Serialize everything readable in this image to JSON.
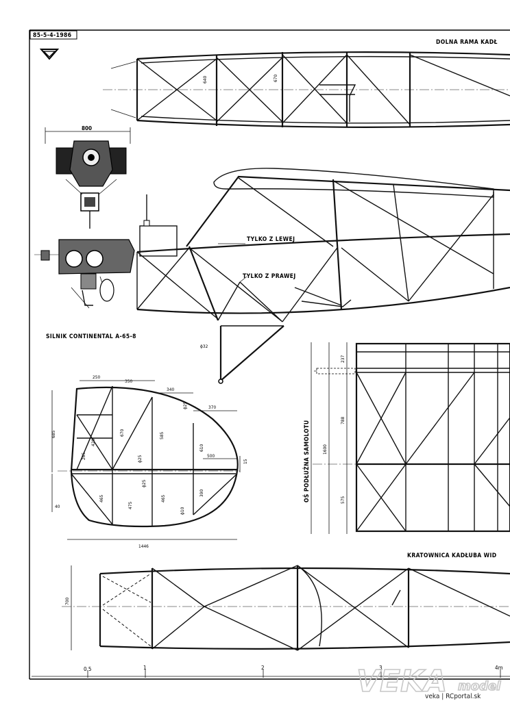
{
  "sheet": {
    "date_code": "85-5-4-1986",
    "scale_marks": [
      "0.5",
      "1",
      "2",
      "3",
      "4m"
    ]
  },
  "labels": {
    "bottom_frame": "DOLNA RAMA KADŁ",
    "left_only": "TYLKO Z LEWEJ",
    "right_only": "TYLKO Z PRAWEJ",
    "engine": "SILNIK CONTINENTAL A-65-8",
    "longitudinal_axis": "OŚ PODŁUŻNA SAMOLOTU",
    "fuselage_truss": "KRATOWNICA KADŁUBA WID"
  },
  "dimensions": {
    "engine_width": "800",
    "frame_640": "640",
    "frame_670": "670",
    "gear_32": "ϕ32",
    "tail_250": "250",
    "tail_350": "350",
    "tail_340": "340",
    "tail_370": "370",
    "tail_685": "685",
    "tail_670": "670",
    "tail_585": "585",
    "tail_610": "610",
    "tail_500": "500",
    "tail_420": "420",
    "tail_265": "265",
    "tail_15": "15",
    "tail_40": "40",
    "tail_465a": "465",
    "tail_475": "475",
    "tail_465b": "465",
    "tail_390": "390",
    "tail_1446": "1446",
    "tube_25a": "ϕ25",
    "tube_25b": "ϕ25",
    "tube_25c": "ϕ25",
    "tube_10": "ϕ10",
    "sec_237": "237",
    "sec_788": "788",
    "sec_1600": "1600",
    "sec_575": "575",
    "fus_700": "700"
  },
  "watermark": {
    "brand": "VEKA",
    "brand_sub": "model",
    "credit": "veka | RCportal.sk"
  }
}
